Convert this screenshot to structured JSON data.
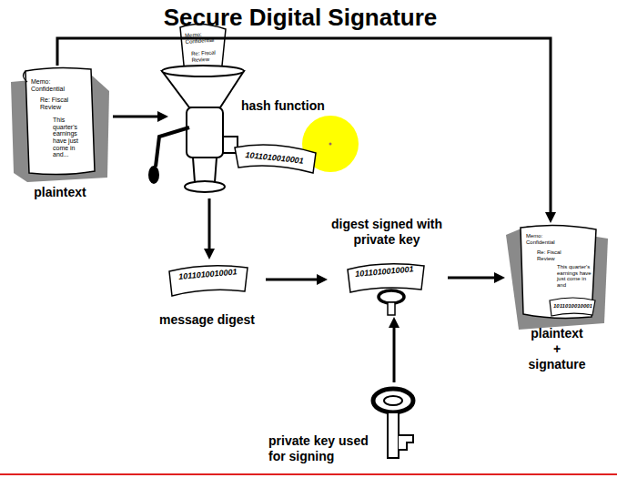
{
  "diagram": {
    "title": "Secure Digital Signature",
    "nodes": [
      {
        "text": [
          "plaintext"
        ]
      },
      {
        "text": [
          "hash function"
        ]
      },
      {
        "text": [
          "message digest"
        ]
      },
      {
        "text": [
          "digest signed with private key"
        ]
      },
      {
        "text": [
          "private key used for signing"
        ]
      },
      {
        "text": [
          "plaintext + signature"
        ]
      }
    ],
    "edges": [
      {
        "from": 0,
        "to": 1,
        "arrow": "to"
      },
      {
        "from": 1,
        "to": 2,
        "arrow": "to"
      },
      {
        "from": 2,
        "to": 3,
        "arrow": "to"
      },
      {
        "from": 4,
        "to": 3,
        "arrow": "to"
      },
      {
        "from": 3,
        "to": 5,
        "arrow": "to"
      },
      {
        "from": 0,
        "to": 5,
        "arrow": "to"
      }
    ],
    "labels": [
      "Memo: Confidential",
      "Re: Fiscal Review",
      "This quarter's earnings have just come in and...",
      "Memo: Confidential",
      "Re: Fiscal Review",
      "1011010010001",
      "1011010010001",
      "1011010010001",
      "Memo: Confidential",
      "Re: Fiscal Review",
      "This quarter's earnings have just come in and",
      "1011010010001"
    ]
  }
}
